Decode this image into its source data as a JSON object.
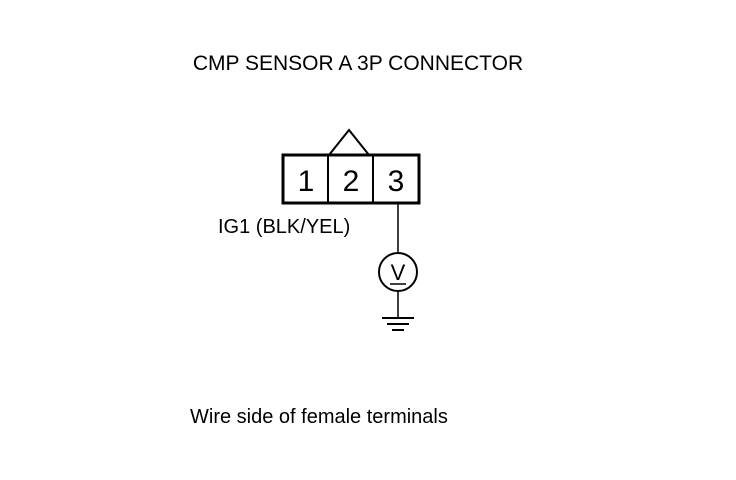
{
  "title": "CMP SENSOR A 3P CONNECTOR",
  "connector": {
    "pins": [
      "1",
      "2",
      "3"
    ]
  },
  "wire_label": "IG1 (BLK/YEL)",
  "meter": {
    "symbol": "V",
    "icon": "voltmeter-icon"
  },
  "ground": {
    "icon": "ground-icon"
  },
  "caption": "Wire side of female terminals",
  "colors": {
    "line": "#000000",
    "background": "#ffffff"
  }
}
